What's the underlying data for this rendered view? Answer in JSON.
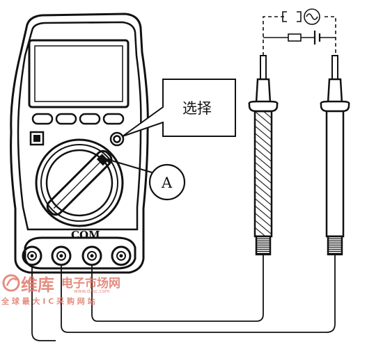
{
  "callout_label": "选择",
  "marker_label": "A",
  "com_label": "COM",
  "watermark": {
    "brand": "维库",
    "site_name": "电子市场网",
    "url": "www.dzsc.com",
    "slogan": "全 球 最 大 I C 采 购 网 站",
    "color": "#e07a6a"
  },
  "colors": {
    "line": "#111111",
    "background": "#ffffff"
  }
}
